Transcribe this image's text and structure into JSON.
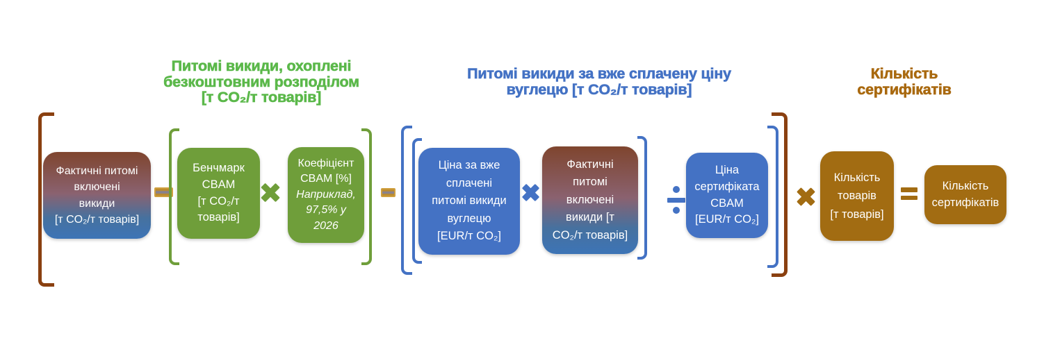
{
  "colors": {
    "heading_green": "#5BB84A",
    "heading_brown": "#A9690F",
    "green": "#6F9E3A",
    "blue": "#4472C4",
    "brown": "#A26C12",
    "bracket_brown": "#8A4010",
    "gradient_top": "#7F452E",
    "gradient_bottom": "#3D74B6",
    "minus_gold": "#CF9F3F",
    "box_text": "#FFFFFF",
    "background": "#FFFFFF"
  },
  "headings": {
    "free_allocation": {
      "lines": [
        "Питомі викиди, охоплені",
        "безкоштовним розподілом",
        "[т CO₂/т товарів]"
      ]
    },
    "paid_carbon_price": {
      "lines": [
        "Питомі викиди за вже сплачену ціну",
        "вуглецю [т CO₂/т товарів]"
      ]
    },
    "certificates_count": {
      "lines": [
        "Кількість",
        "сертифікатів"
      ]
    }
  },
  "boxes": {
    "actual_embedded_emissions_left": {
      "lines": [
        "Фактичні питомі",
        "включені",
        "викиди",
        "[т CO₂/т товарів]"
      ]
    },
    "cbam_benchmark": {
      "lines": [
        "Бенчмарк",
        "CBAM",
        "[т CO₂/т",
        "товарів]"
      ]
    },
    "cbam_coefficient": {
      "lines": [
        "Коефіцієнт",
        "CBAM [%]"
      ],
      "italic_lines": [
        "Наприклад,",
        "97,5% у",
        "2026"
      ]
    },
    "paid_emissions_price": {
      "lines": [
        "Ціна за вже",
        "сплачені",
        "питомі викиди",
        "вуглецю",
        "[EUR/т CO₂]"
      ]
    },
    "actual_embedded_emissions_right": {
      "lines": [
        "Фактичні",
        "питомі",
        "включені",
        "викиди [т",
        "CO₂/т товарів]"
      ]
    },
    "cbam_certificate_price": {
      "lines": [
        "Ціна",
        "сертифіката",
        "CBAM",
        "[EUR/т CO₂]"
      ]
    },
    "goods_quantity": {
      "lines": [
        "Кількість",
        "товарів",
        "[т товарів]"
      ]
    },
    "certificates_quantity": {
      "lines": [
        "Кількість",
        "сертифікатів"
      ]
    }
  },
  "operators": {
    "minus": "−",
    "multiply": "×",
    "divide": "÷",
    "equals": "="
  }
}
